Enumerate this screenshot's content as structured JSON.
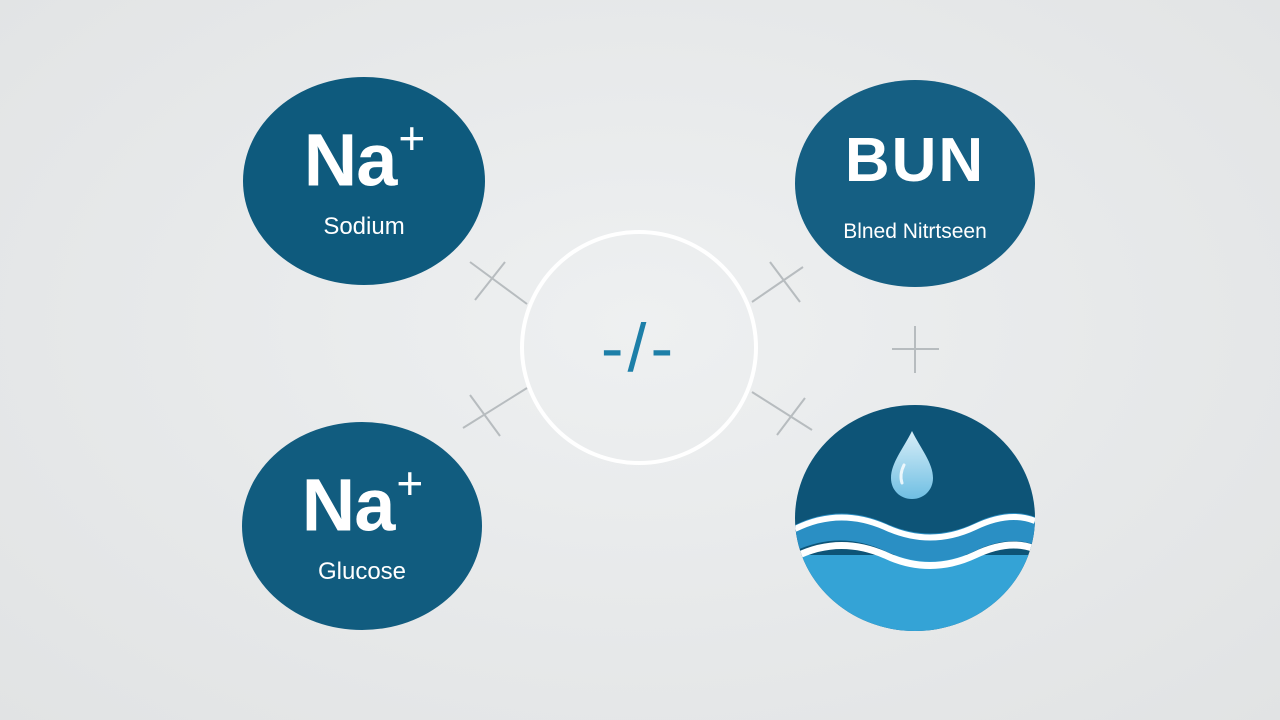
{
  "nodes": {
    "sodium": {
      "symbol": "Na",
      "charge": "+",
      "label": "Sodium"
    },
    "bun": {
      "symbol": "BUN",
      "label": "Blned Nitrtseen"
    },
    "glucose": {
      "symbol": "Na",
      "charge": "+",
      "label": "Glucose"
    },
    "water": {
      "icon": "water-drop-waves-icon"
    }
  },
  "center": {
    "ratio_label": "-/-"
  },
  "colors": {
    "background": "#e8eaeb",
    "node_dark_blue": "#0e5a7d",
    "accent_blue": "#1d7fa8",
    "water_light": "#3aa6d8",
    "connector_gray": "#b4b9bc"
  }
}
